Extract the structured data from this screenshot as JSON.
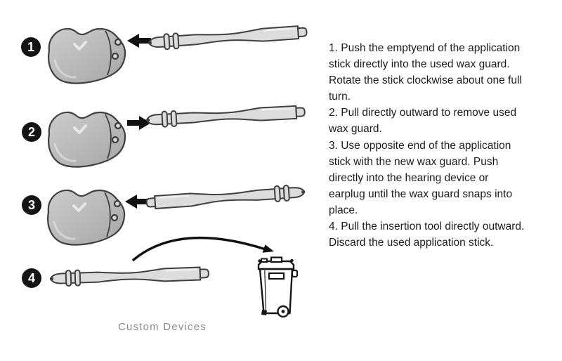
{
  "diagram": {
    "caption": "Custom Devices",
    "step_badges": [
      "1",
      "2",
      "3",
      "4"
    ],
    "steps": [
      {
        "badge": "1",
        "illustration": "application stick tip pushed into wax guard of custom hearing device, solid arrow pointing inward"
      },
      {
        "badge": "2",
        "illustration": "application stick pulled outward from custom hearing device, solid arrow pointing outward"
      },
      {
        "badge": "3",
        "illustration": "opposite end of application stick with new wax guard pushed into custom hearing device, solid arrow pointing inward"
      },
      {
        "badge": "4",
        "illustration": "application stick removed, curved arrow pointing to waste bin for discarding"
      }
    ],
    "icons": [
      "hearing-device",
      "application-stick",
      "push-arrow",
      "pull-arrow",
      "discard-arrow",
      "trash-bin"
    ]
  },
  "instructions": {
    "lines": [
      "1. Push the emptyend of the application",
      "stick directly into the used wax guard.",
      "Rotate the stick clockwise about one full",
      "turn.",
      "2. Pull directly outward to remove used",
      "wax guard.",
      "3. Use opposite end of the application",
      "stick with the new wax guard. Push",
      "directly into the hearing device or",
      "earplug until the wax guard snaps into",
      "place.",
      "4. Pull the insertion tool directly outward.",
      "Discard the used application stick."
    ]
  },
  "colors": {
    "background": "#ffffff",
    "text": "#1c1c1c",
    "outline": "#3f3f3f",
    "device_fill": "#b8b8b8",
    "stick_fill": "#dcdcdc",
    "arrow": "#111111",
    "caption": "#8a8a8a",
    "badge_bg": "#141414",
    "badge_text": "#ffffff"
  }
}
